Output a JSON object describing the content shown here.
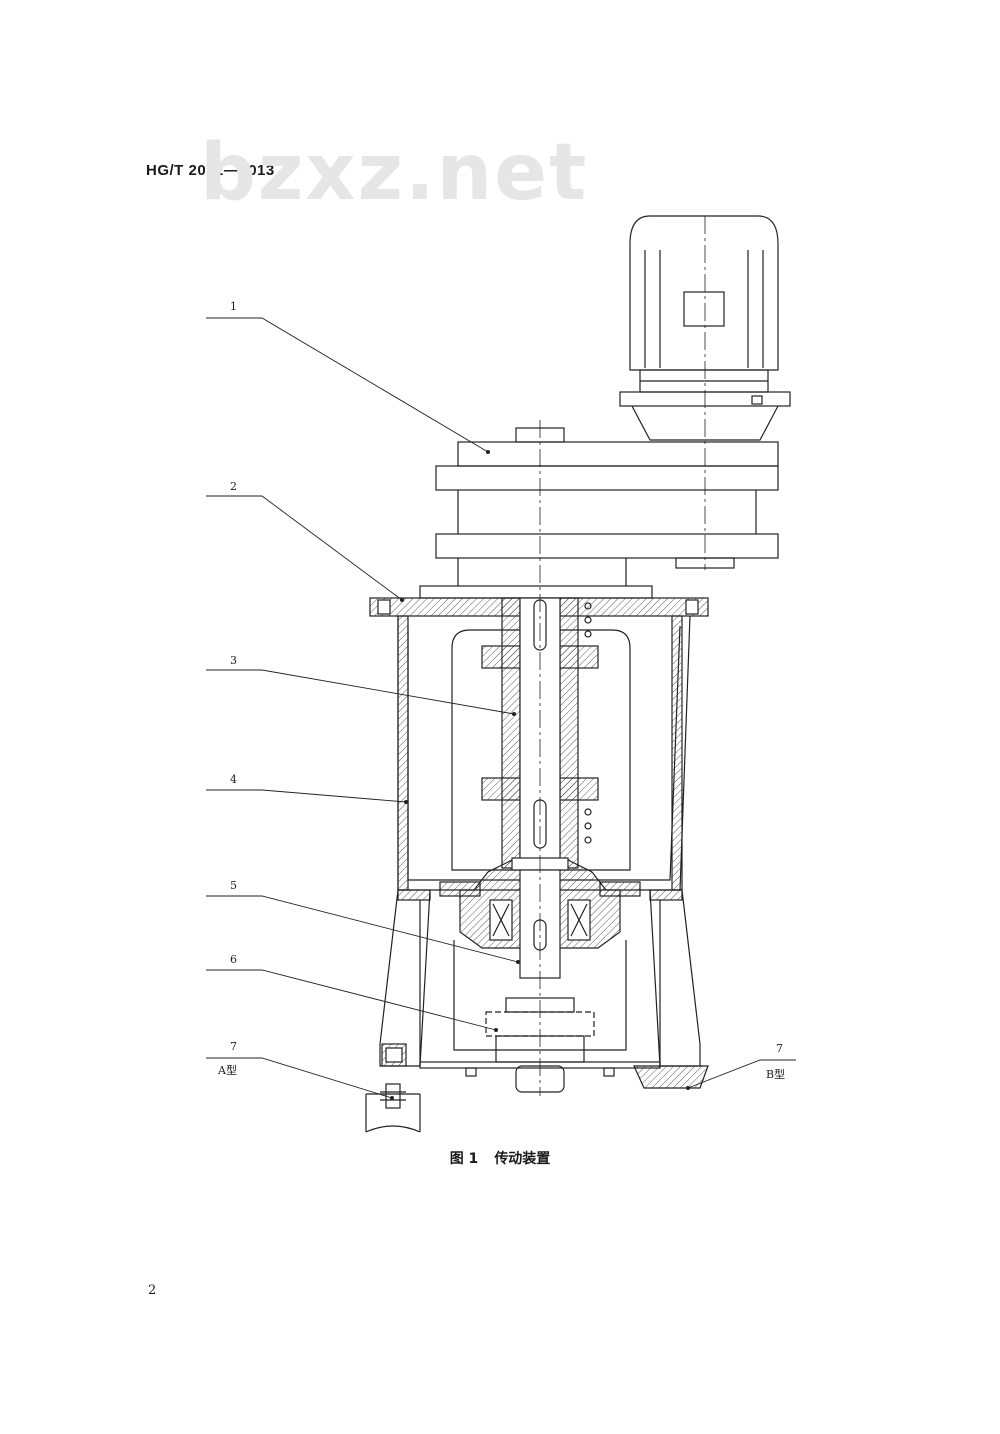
{
  "header": {
    "standard_code": "HG/T 2052—2013"
  },
  "watermark": "bzxz.net",
  "figure": {
    "callouts": [
      "1",
      "2",
      "3",
      "4",
      "5",
      "6",
      "7",
      "7"
    ],
    "type_labels": {
      "a": "A型",
      "b": "B型"
    },
    "caption_number": "图 1",
    "caption_title": "传动装置"
  },
  "footer": {
    "page_number": "2"
  }
}
